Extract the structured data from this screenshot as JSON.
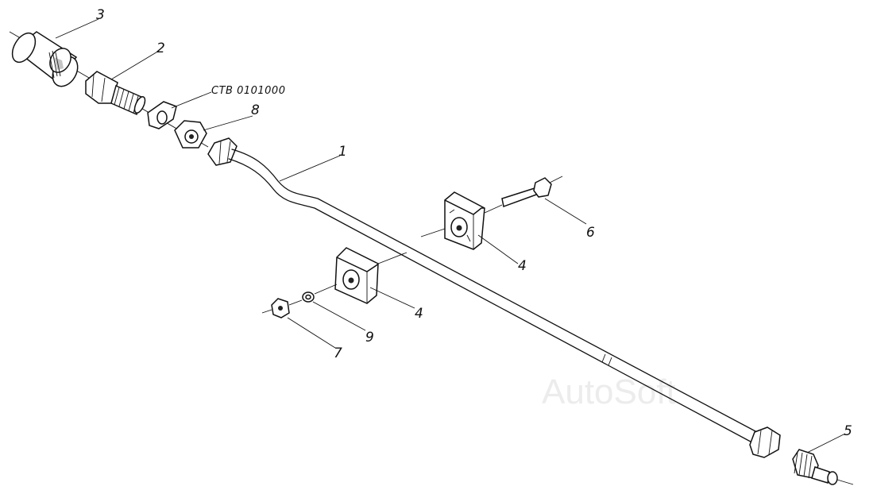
{
  "watermark": "AutoSoft",
  "part_reference": "СТВ 0101000",
  "callouts": {
    "c1": "1",
    "c2": "2",
    "c3": "3",
    "c4a": "4",
    "c4b": "4",
    "c5": "5",
    "c6": "6",
    "c7": "7",
    "c8": "8",
    "c9": "9"
  }
}
